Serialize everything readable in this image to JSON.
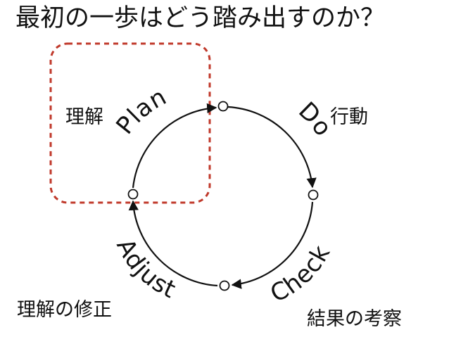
{
  "title": "最初の一歩はどう踏み出すのか？",
  "stages": {
    "plan": "Plan",
    "do": "Do",
    "check": "Check",
    "adjust": "Adjust"
  },
  "notes": {
    "understanding": "理解",
    "action": "行動",
    "reflection": "結果の考察",
    "revision": "理解の修正"
  },
  "colors": {
    "highlight_box": "#c0392b",
    "cycle_line": "#111111"
  }
}
